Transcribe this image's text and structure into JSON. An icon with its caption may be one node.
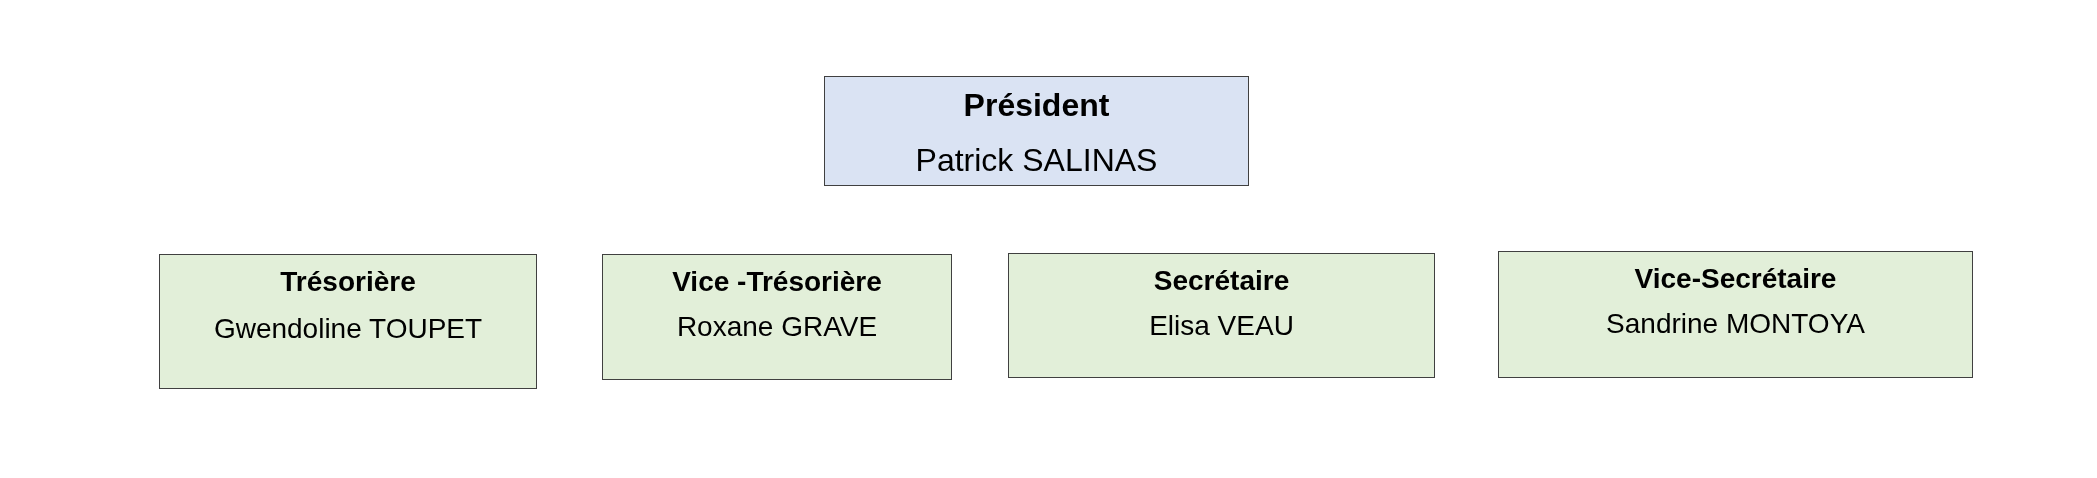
{
  "diagram": {
    "nodes": [
      {
        "text": [
          "Président",
          "Patrick SALINAS"
        ]
      },
      {
        "text": [
          "Trésorière",
          "Gwendoline TOUPET"
        ]
      },
      {
        "text": [
          "Vice -Trésorière",
          "Roxane GRAVE"
        ]
      },
      {
        "text": [
          "Secrétaire",
          "Elisa VEAU"
        ]
      },
      {
        "text": [
          "Vice-Secrétaire",
          "Sandrine MONTOYA"
        ]
      }
    ]
  }
}
